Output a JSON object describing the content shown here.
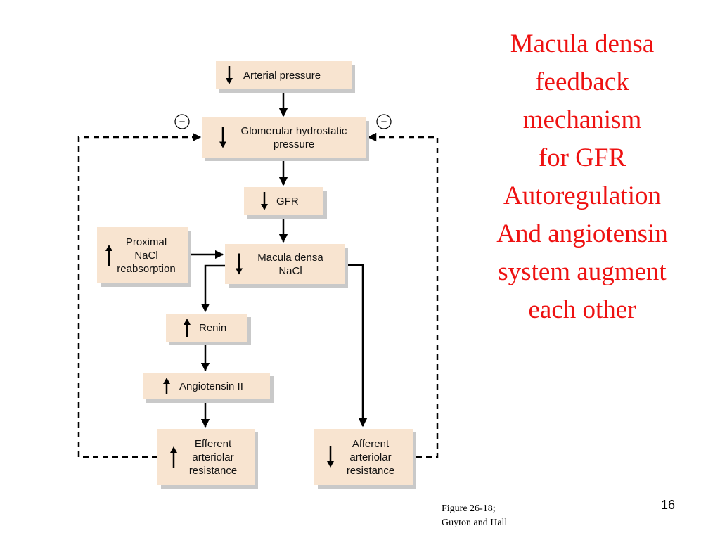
{
  "slide": {
    "title_lines": [
      "Macula densa",
      "feedback",
      "mechanism",
      "for GFR",
      "Autoregulation",
      "And angiotensin",
      "system augment",
      "each other"
    ],
    "caption_lines": [
      "Figure 26-18;",
      "Guyton and Hall"
    ],
    "slide_number": "16",
    "title_color": "#ee1111",
    "box_fill": "#f8e4d0",
    "box_shadow": "#c9c9c9"
  },
  "diagram": {
    "boxes": {
      "arterial_pressure": {
        "direction": "down",
        "lines": [
          "Arterial pressure"
        ]
      },
      "glomerular_pressure": {
        "direction": "down",
        "lines": [
          "Glomerular hydrostatic",
          "pressure"
        ]
      },
      "gfr": {
        "direction": "down",
        "lines": [
          "GFR"
        ]
      },
      "proximal_nacl": {
        "direction": "up",
        "lines": [
          "Proximal",
          "NaCl",
          "reabsorption"
        ]
      },
      "macula_densa_nacl": {
        "direction": "down",
        "lines": [
          "Macula densa",
          "NaCl"
        ]
      },
      "renin": {
        "direction": "up",
        "lines": [
          "Renin"
        ]
      },
      "angiotensin_ii": {
        "direction": "up",
        "lines": [
          "Angiotensin II"
        ]
      },
      "efferent_resistance": {
        "direction": "up",
        "lines": [
          "Efferent",
          "arteriolar",
          "resistance"
        ]
      },
      "afferent_resistance": {
        "direction": "down",
        "lines": [
          "Afferent",
          "arteriolar",
          "resistance"
        ]
      }
    },
    "feedback_sign": "−"
  }
}
